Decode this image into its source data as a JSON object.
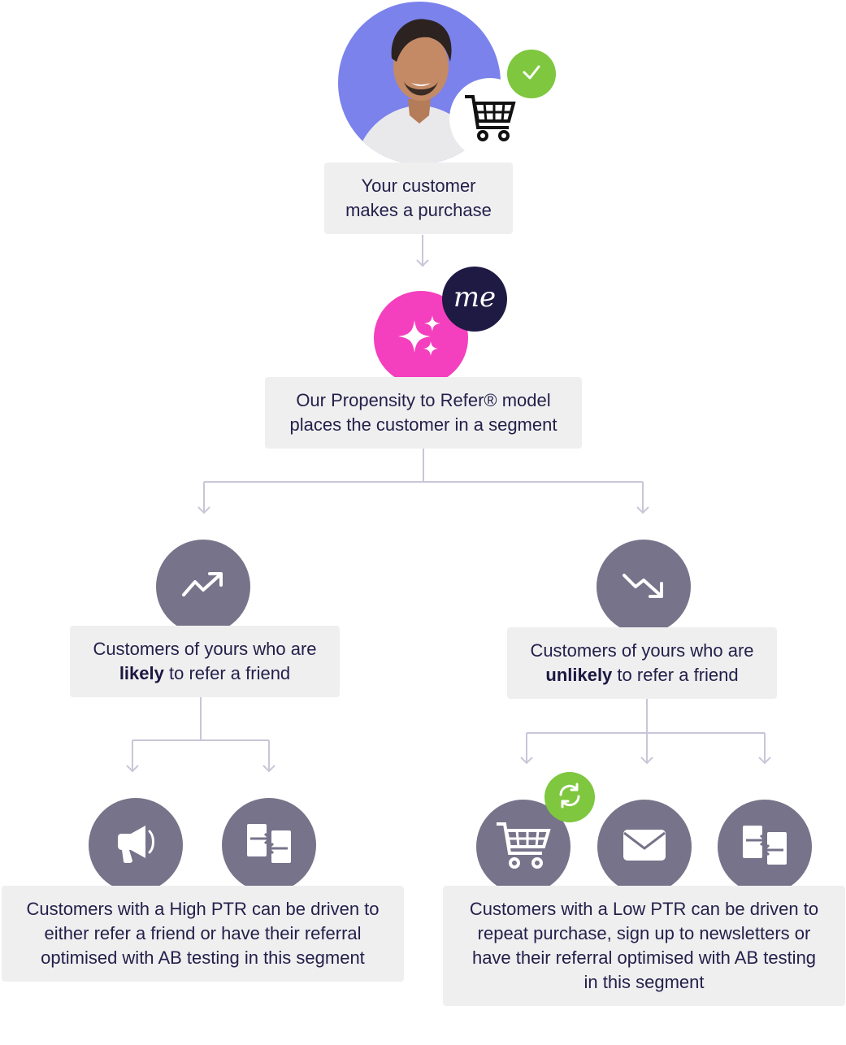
{
  "step1": {
    "line1": "Your customer",
    "line2": "makes a purchase"
  },
  "step2": {
    "line1": "Our Propensity to Refer® model",
    "line2": "places the customer in a segment",
    "badge": "me"
  },
  "likely": {
    "prefix": "Customers of yours who are",
    "bold": "likely",
    "suffix": "to refer a friend"
  },
  "unlikely": {
    "prefix": "Customers of yours who are",
    "bold": "unlikely",
    "suffix": "to refer a friend"
  },
  "high_ptr": {
    "line1": "Customers with a High PTR can be driven to",
    "line2": "either refer a friend or have their referral",
    "line3": "optimised with AB testing in this segment"
  },
  "low_ptr": {
    "line1": "Customers with a Low PTR can be driven to",
    "line2": "repeat purchase, sign up to newsletters or",
    "line3": "have their referral optimised with AB testing",
    "line4": "in this segment"
  },
  "icons": {
    "cart": "cart-icon",
    "check": "check-icon",
    "sparkles": "sparkles-icon",
    "trend_up": "trend-up-icon",
    "trend_down": "trend-down-icon",
    "megaphone": "megaphone-icon",
    "ab_test": "ab-test-icon",
    "refresh": "refresh-icon",
    "mail": "mail-icon"
  },
  "colors": {
    "avatar_bg": "#7b82ec",
    "check_green": "#7ec73e",
    "pink": "#f43fbe",
    "navy": "#1e1a44",
    "grey_circle": "#77738a",
    "box_bg": "#efeff0",
    "connector": "#c9c6d8"
  }
}
